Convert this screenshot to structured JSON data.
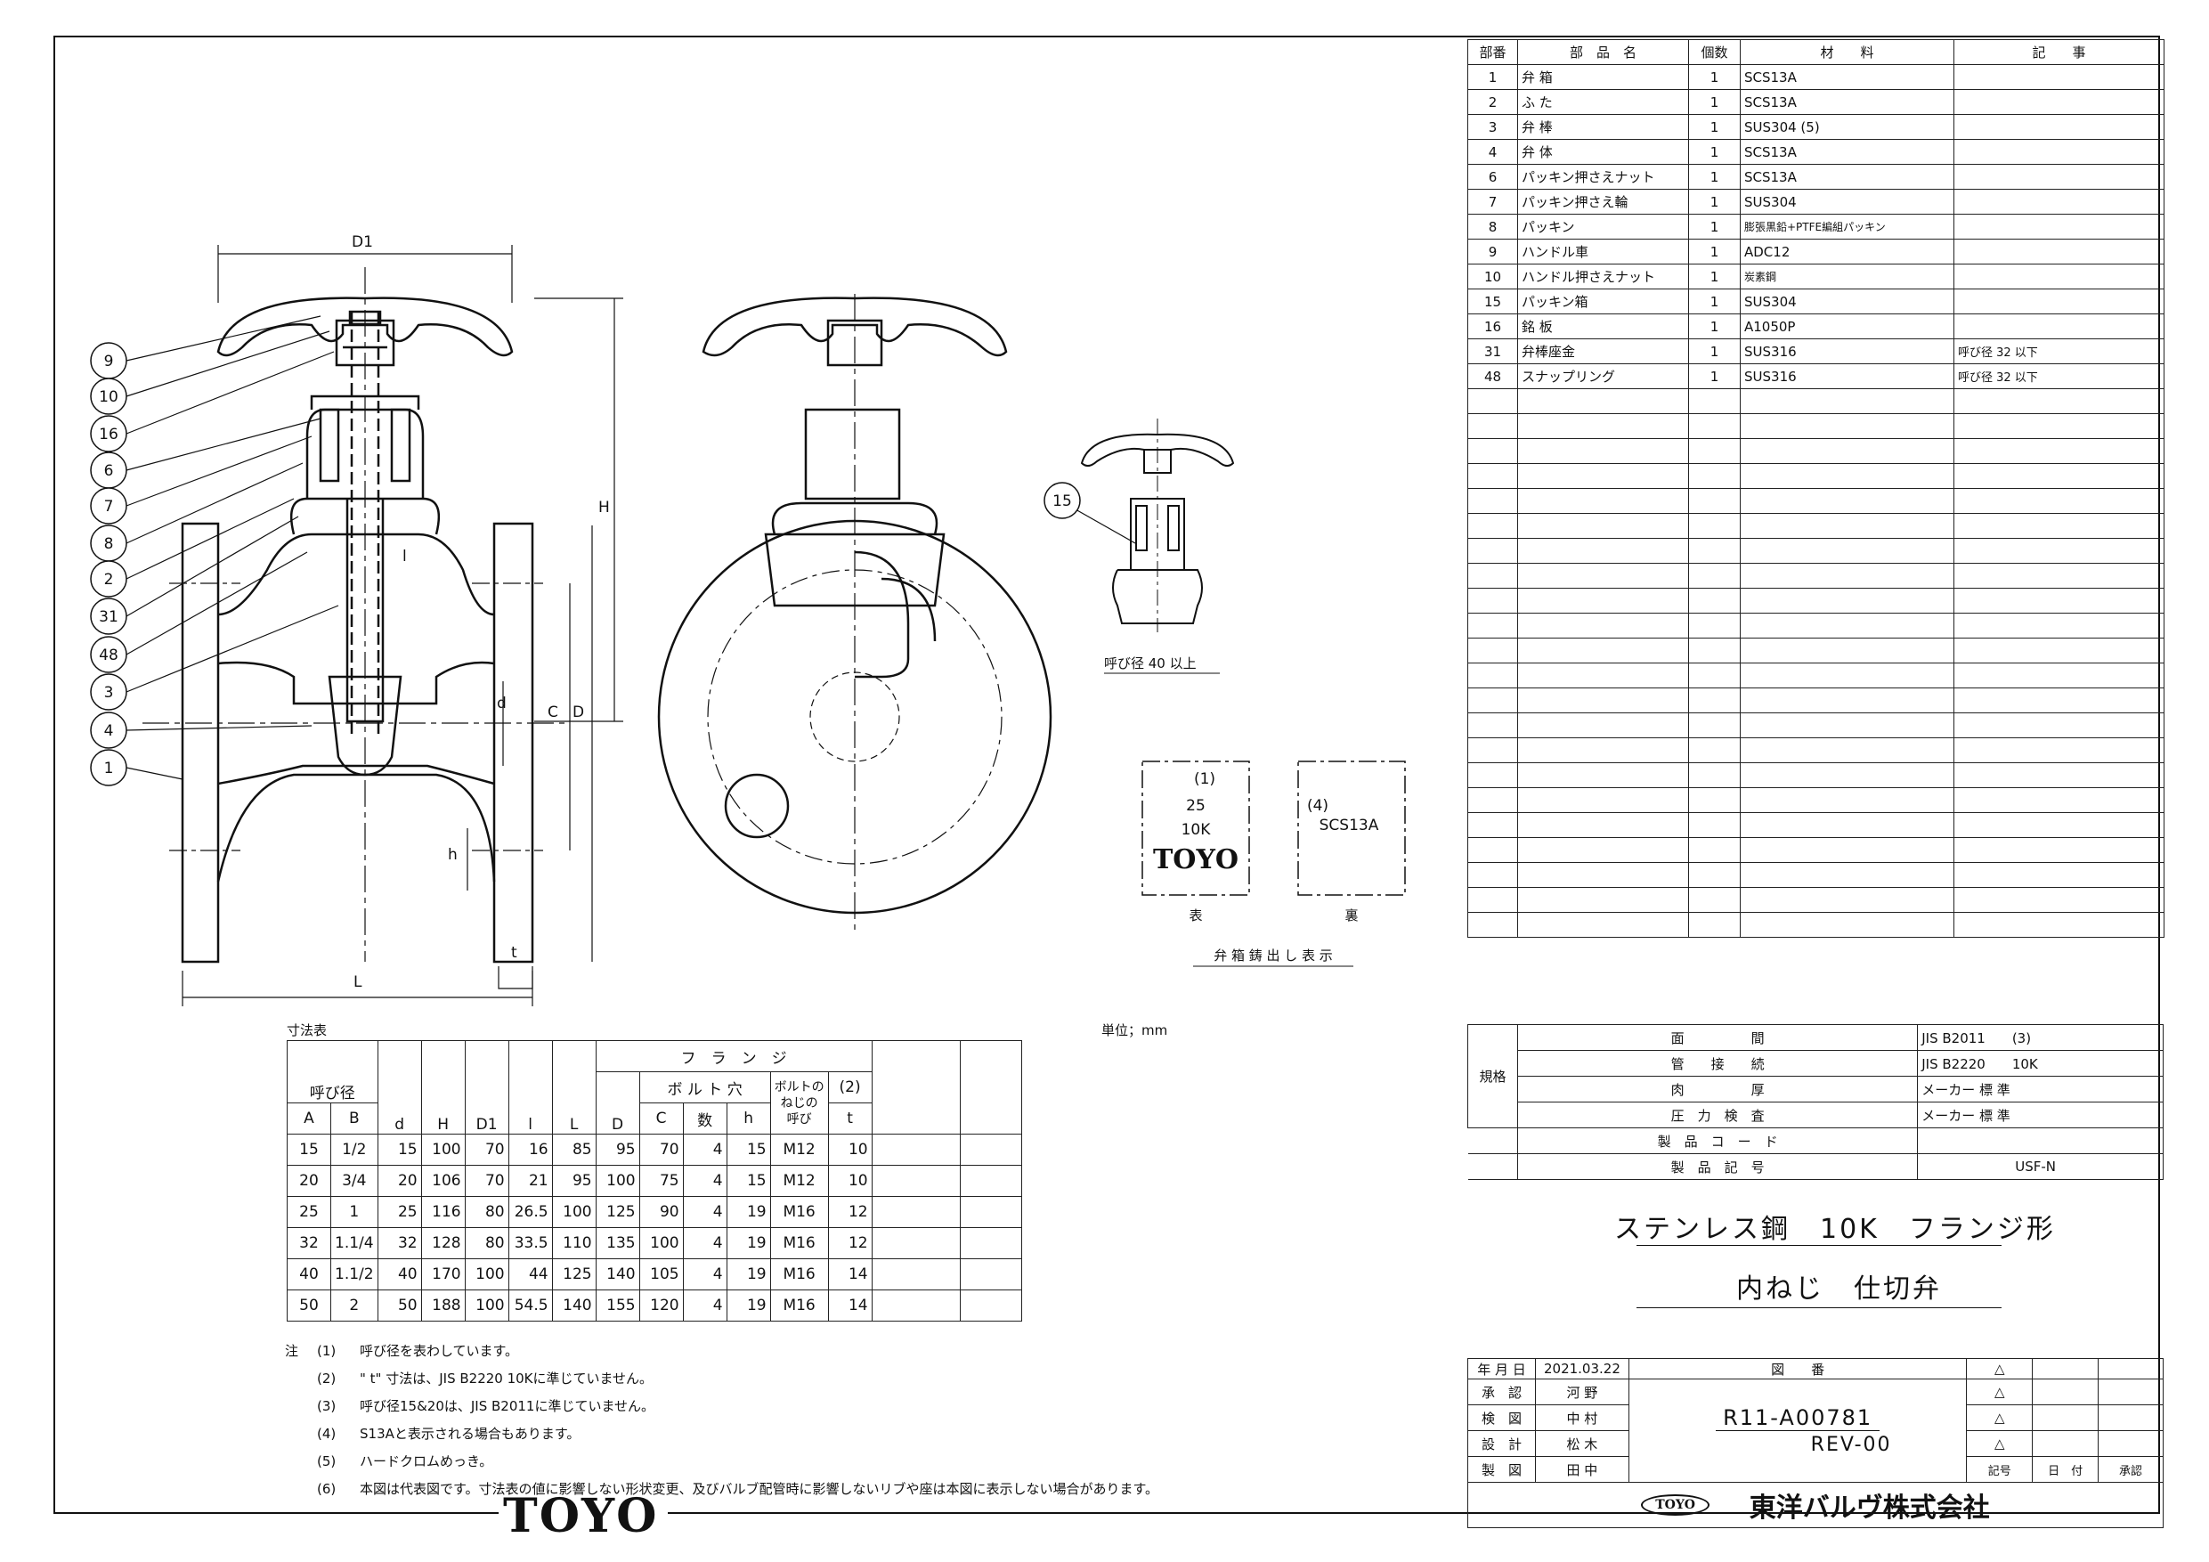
{
  "parts_table": {
    "headers": [
      "部番",
      "部　品　名",
      "個数",
      "材　　料",
      "記　　事"
    ],
    "rows": [
      [
        "1",
        "弁 箱",
        "1",
        "SCS13A",
        ""
      ],
      [
        "2",
        "ふ た",
        "1",
        "SCS13A",
        ""
      ],
      [
        "3",
        "弁 棒",
        "1",
        "SUS304 (5)",
        ""
      ],
      [
        "4",
        "弁 体",
        "1",
        "SCS13A",
        ""
      ],
      [
        "6",
        "パッキン押さえナット",
        "1",
        "SCS13A",
        ""
      ],
      [
        "7",
        "パッキン押さえ輪",
        "1",
        "SUS304",
        ""
      ],
      [
        "8",
        "パッキン",
        "1",
        "膨張黒鉛+PTFE編組パッキン",
        ""
      ],
      [
        "9",
        "ハンドル車",
        "1",
        "ADC12",
        ""
      ],
      [
        "10",
        "ハンドル押さえナット",
        "1",
        "炭素鋼",
        ""
      ],
      [
        "15",
        "パッキン箱",
        "1",
        "SUS304",
        ""
      ],
      [
        "16",
        "銘 板",
        "1",
        "A1050P",
        ""
      ],
      [
        "31",
        "弁棒座金",
        "1",
        "SUS316",
        "呼び径 32 以下"
      ],
      [
        "48",
        "スナップリング",
        "1",
        "SUS316",
        "呼び径 32 以下"
      ]
    ]
  },
  "spec": {
    "group_label": "規格",
    "rows": [
      [
        "面　　　　　間",
        "JIS B2011　　(3)"
      ],
      [
        "管　　接　　続",
        "JIS B2220　　10K"
      ],
      [
        "肉　　　　　厚",
        "メーカー 標 準"
      ],
      [
        "圧　力　検　査",
        "メーカー 標 準"
      ]
    ],
    "product_code_label": "製　品　コ　ー　ド",
    "product_code": "",
    "product_symbol_label": "製　品　記　号",
    "product_symbol": "USF-N"
  },
  "titles": {
    "line1": "ステンレス鋼　10K　フランジ形",
    "line2": "内ねじ　仕切弁"
  },
  "title_block": {
    "date_label": "年 月 日",
    "date": "2021.03.22",
    "drawing_no_label": "図　　番",
    "drawing_no": "R11-A00781",
    "revision": "REV-00",
    "roles": [
      {
        "role": "承　認",
        "name": "河 野"
      },
      {
        "role": "検　図",
        "name": "中 村"
      },
      {
        "role": "設　計",
        "name": "松 木"
      },
      {
        "role": "製　図",
        "name": "田 中"
      }
    ],
    "rev_headers": [
      "記号",
      "日　付",
      "承認"
    ],
    "company": "東洋バルヴ株式会社",
    "company_mark": "TOYO"
  },
  "drawing": {
    "callouts": [
      "9",
      "10",
      "16",
      "6",
      "7",
      "8",
      "2",
      "31",
      "48",
      "3",
      "4",
      "1"
    ],
    "dim_labels": {
      "D1": "D1",
      "H": "H",
      "l": "l",
      "d": "d",
      "C": "C",
      "D": "D",
      "h": "h",
      "t": "t",
      "L": "L"
    },
    "detail_callout": "15",
    "detail_caption": "呼び径 40 以上",
    "mark_front": {
      "no": "(1)",
      "size": "25",
      "rating": "10K",
      "brand": "TOYO",
      "label": "表"
    },
    "mark_back": {
      "no": "(4)",
      "material": "SCS13A",
      "label": "裏"
    },
    "mark_caption": "弁 箱 鋳 出 し 表 示"
  },
  "dims_table": {
    "title": "寸法表",
    "unit": "単位；mm",
    "nominal": "呼び径",
    "flange": "フ　ラ　ン　ジ",
    "bolt_holes": "ボ ル ト 穴",
    "bolt_thread": "ボルトの\nねじの\n呼び",
    "t_note": "(2)",
    "cols": [
      "A",
      "B",
      "d",
      "H",
      "D1",
      "l",
      "L",
      "D",
      "C",
      "数",
      "h",
      "",
      "t"
    ],
    "rows": [
      [
        "15",
        "1/2",
        "15",
        "100",
        "70",
        "16",
        "85",
        "95",
        "70",
        "4",
        "15",
        "M12",
        "10"
      ],
      [
        "20",
        "3/4",
        "20",
        "106",
        "70",
        "21",
        "95",
        "100",
        "75",
        "4",
        "15",
        "M12",
        "10"
      ],
      [
        "25",
        "1",
        "25",
        "116",
        "80",
        "26.5",
        "100",
        "125",
        "90",
        "4",
        "19",
        "M16",
        "12"
      ],
      [
        "32",
        "1.1/4",
        "32",
        "128",
        "80",
        "33.5",
        "110",
        "135",
        "100",
        "4",
        "19",
        "M16",
        "12"
      ],
      [
        "40",
        "1.1/2",
        "40",
        "170",
        "100",
        "44",
        "125",
        "140",
        "105",
        "4",
        "19",
        "M16",
        "14"
      ],
      [
        "50",
        "2",
        "50",
        "188",
        "100",
        "54.5",
        "140",
        "155",
        "120",
        "4",
        "19",
        "M16",
        "14"
      ]
    ]
  },
  "notes": {
    "label": "注",
    "items": [
      [
        "(1)",
        "呼び径を表わしています。"
      ],
      [
        "(2)",
        "\" t\" 寸法は、JIS B2220 10Kに準じていません。"
      ],
      [
        "(3)",
        "呼び径15&20は、JIS B2011に準じていません。"
      ],
      [
        "(4)",
        "S13Aと表示される場合もあります。"
      ],
      [
        "(5)",
        "ハードクロムめっき。"
      ],
      [
        "(6)",
        "本図は代表図です。寸法表の値に影響しない形状変更、及びバルブ配管時に影響しないリブや座は本図に表示しない場合があります。"
      ]
    ]
  },
  "footer_logo": "TOYO"
}
